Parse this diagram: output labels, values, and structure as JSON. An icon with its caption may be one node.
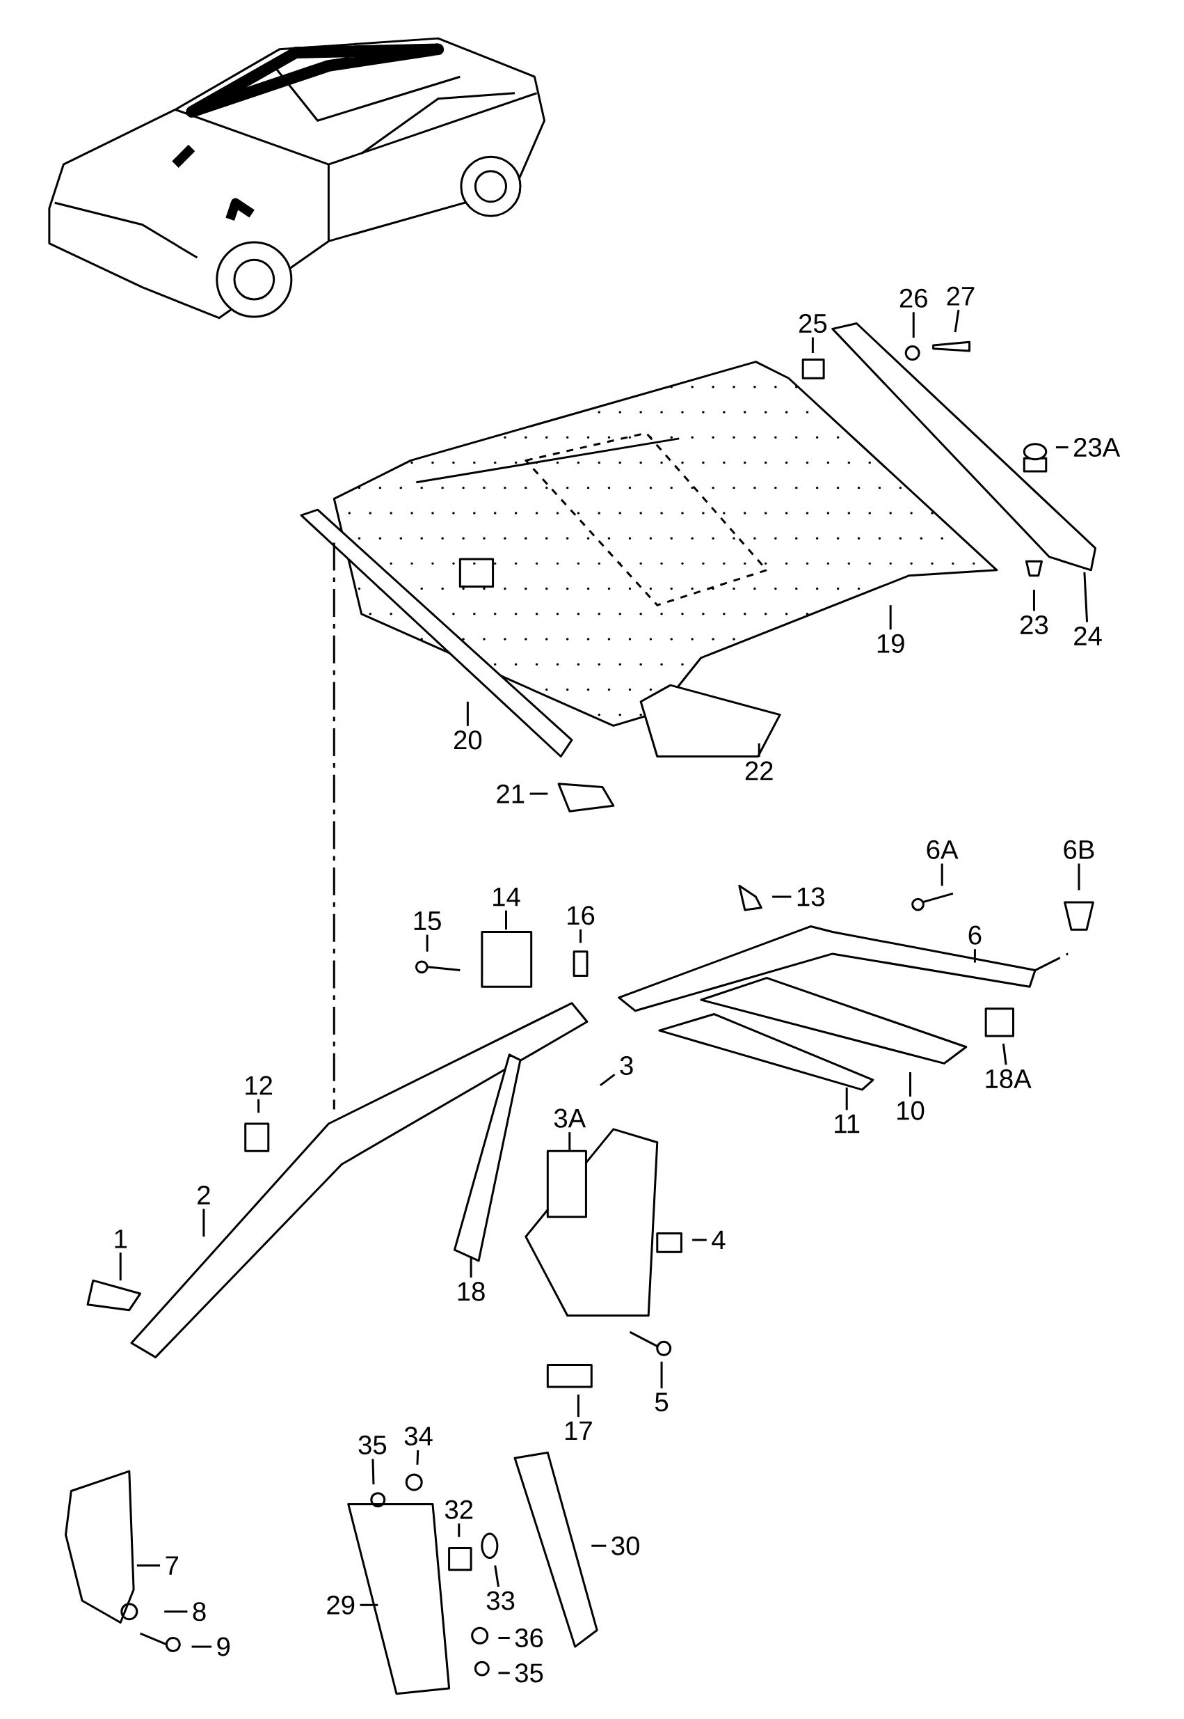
{
  "diagram": {
    "nodes": [
      {
        "text": [
          "27"
        ]
      },
      {
        "text": [
          "26"
        ]
      },
      {
        "text": [
          "25"
        ]
      },
      {
        "text": [
          "23A"
        ]
      },
      {
        "text": [
          "23"
        ]
      },
      {
        "text": [
          "24"
        ]
      },
      {
        "text": [
          "19"
        ]
      },
      {
        "text": [
          "20"
        ]
      },
      {
        "text": [
          "22"
        ]
      },
      {
        "text": [
          "21"
        ]
      },
      {
        "text": [
          "6A"
        ]
      },
      {
        "text": [
          "6B"
        ]
      },
      {
        "text": [
          "13"
        ]
      },
      {
        "text": [
          "14"
        ]
      },
      {
        "text": [
          "15"
        ]
      },
      {
        "text": [
          "16"
        ]
      },
      {
        "text": [
          "6"
        ]
      },
      {
        "text": [
          "3"
        ]
      },
      {
        "text": [
          "18A"
        ]
      },
      {
        "text": [
          "12"
        ]
      },
      {
        "text": [
          "10"
        ]
      },
      {
        "text": [
          "3A"
        ]
      },
      {
        "text": [
          "11"
        ]
      },
      {
        "text": [
          "2"
        ]
      },
      {
        "text": [
          "1"
        ]
      },
      {
        "text": [
          "4"
        ]
      },
      {
        "text": [
          "18"
        ]
      },
      {
        "text": [
          "5"
        ]
      },
      {
        "text": [
          "17"
        ]
      },
      {
        "text": [
          "34"
        ]
      },
      {
        "text": [
          "35"
        ]
      },
      {
        "text": [
          "32"
        ]
      },
      {
        "text": [
          "30"
        ]
      },
      {
        "text": [
          "7"
        ]
      },
      {
        "text": [
          "29"
        ]
      },
      {
        "text": [
          "33"
        ]
      },
      {
        "text": [
          "8"
        ]
      },
      {
        "text": [
          "36"
        ]
      },
      {
        "text": [
          "9"
        ]
      },
      {
        "text": [
          "35"
        ]
      }
    ],
    "edges": [
      {
        "from": 0,
        "to": null,
        "arrow": "none"
      },
      {
        "from": 1,
        "to": null,
        "arrow": "none"
      },
      {
        "from": 2,
        "to": null,
        "arrow": "none"
      },
      {
        "from": 3,
        "to": null,
        "arrow": "none"
      },
      {
        "from": 4,
        "to": null,
        "arrow": "none"
      },
      {
        "from": 5,
        "to": null,
        "arrow": "none"
      },
      {
        "from": 6,
        "to": null,
        "arrow": "none"
      },
      {
        "from": 7,
        "to": null,
        "arrow": "none"
      },
      {
        "from": 8,
        "to": null,
        "arrow": "none"
      },
      {
        "from": 9,
        "to": null,
        "arrow": "none"
      },
      {
        "from": 10,
        "to": null,
        "arrow": "none"
      },
      {
        "from": 11,
        "to": null,
        "arrow": "none"
      },
      {
        "from": 12,
        "to": null,
        "arrow": "none"
      },
      {
        "from": 13,
        "to": null,
        "arrow": "none"
      },
      {
        "from": 14,
        "to": null,
        "arrow": "none"
      },
      {
        "from": 15,
        "to": null,
        "arrow": "none"
      },
      {
        "from": 16,
        "to": null,
        "arrow": "none"
      },
      {
        "from": 17,
        "to": null,
        "arrow": "none"
      },
      {
        "from": 18,
        "to": null,
        "arrow": "none"
      },
      {
        "from": 19,
        "to": null,
        "arrow": "none"
      },
      {
        "from": 20,
        "to": null,
        "arrow": "none"
      },
      {
        "from": 21,
        "to": null,
        "arrow": "none"
      },
      {
        "from": 22,
        "to": null,
        "arrow": "none"
      },
      {
        "from": 23,
        "to": null,
        "arrow": "none"
      },
      {
        "from": 24,
        "to": null,
        "arrow": "none"
      },
      {
        "from": 25,
        "to": null,
        "arrow": "none"
      },
      {
        "from": 26,
        "to": null,
        "arrow": "none"
      },
      {
        "from": 27,
        "to": null,
        "arrow": "none"
      },
      {
        "from": 28,
        "to": null,
        "arrow": "none"
      },
      {
        "from": 29,
        "to": null,
        "arrow": "none"
      },
      {
        "from": 30,
        "to": null,
        "arrow": "none"
      },
      {
        "from": 31,
        "to": null,
        "arrow": "none"
      },
      {
        "from": 32,
        "to": null,
        "arrow": "none"
      },
      {
        "from": 33,
        "to": null,
        "arrow": "none"
      },
      {
        "from": 34,
        "to": null,
        "arrow": "none"
      },
      {
        "from": 35,
        "to": null,
        "arrow": "none"
      },
      {
        "from": 36,
        "to": null,
        "arrow": "none"
      },
      {
        "from": 37,
        "to": null,
        "arrow": "none"
      },
      {
        "from": 38,
        "to": null,
        "arrow": "none"
      },
      {
        "from": 39,
        "to": null,
        "arrow": "none"
      }
    ]
  }
}
